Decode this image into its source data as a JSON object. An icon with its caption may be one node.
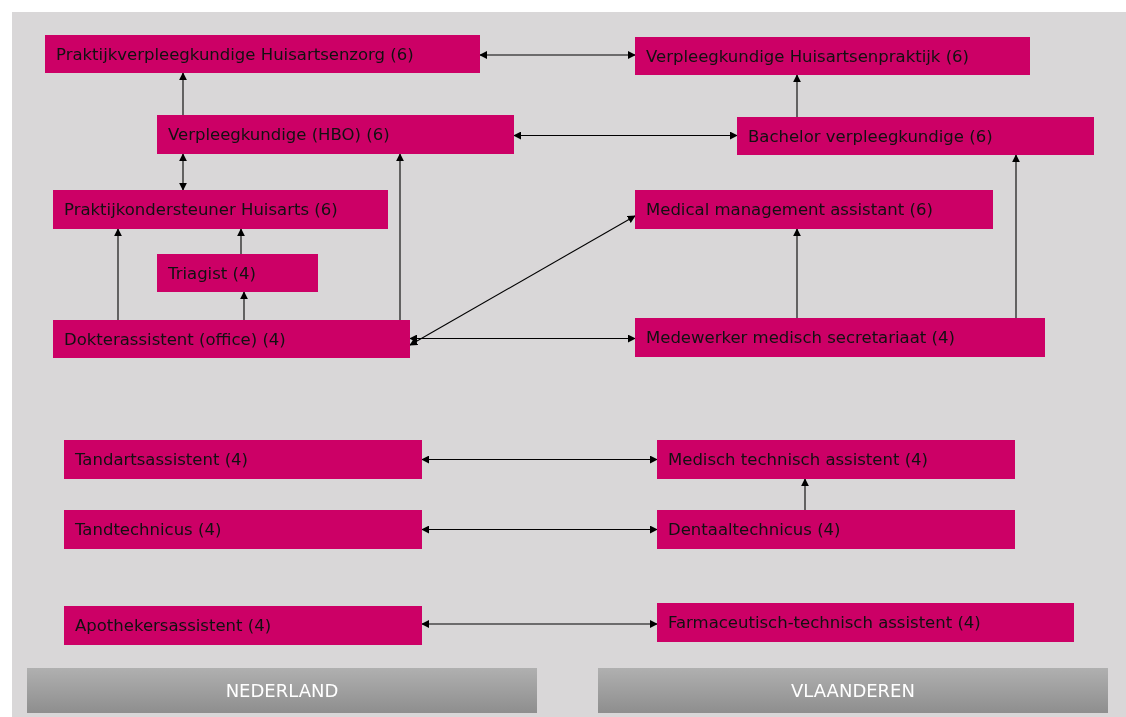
{
  "diagram": {
    "nodes": [
      {
        "text": [
          "Praktijkverpleegkundige Huisartsenzorg (6)"
        ]
      },
      {
        "text": [
          "Verpleegkundige Huisartsenpraktijk (6)"
        ]
      },
      {
        "text": [
          "Verpleegkundige (HBO) (6)"
        ]
      },
      {
        "text": [
          "Bachelor verpleegkundige (6)"
        ]
      },
      {
        "text": [
          "Praktijkondersteuner Huisarts (6)"
        ]
      },
      {
        "text": [
          "Medical management assistant (6)"
        ]
      },
      {
        "text": [
          "Triagist (4)"
        ]
      },
      {
        "text": [
          "Dokterassistent (office) (4)"
        ]
      },
      {
        "text": [
          "Medewerker medisch secretariaat (4)"
        ]
      },
      {
        "text": [
          "Tandartsassistent (4)"
        ]
      },
      {
        "text": [
          "Medisch technisch assistent (4)"
        ]
      },
      {
        "text": [
          "Tandtechnicus (4)"
        ]
      },
      {
        "text": [
          "Dentaaltechnicus (4)"
        ]
      },
      {
        "text": [
          "Apothekersassistent (4)"
        ]
      },
      {
        "text": [
          "Farmaceutisch-technisch assistent (4)"
        ]
      },
      {
        "text": [
          "NEDERLAND"
        ]
      },
      {
        "text": [
          "VLAANDEREN"
        ]
      }
    ],
    "edges": [
      {
        "from": 0,
        "to": 1,
        "arrow": "both"
      },
      {
        "from": 2,
        "to": 0,
        "arrow": "to"
      },
      {
        "from": 2,
        "to": 4,
        "arrow": "both"
      },
      {
        "from": 2,
        "to": 3,
        "arrow": "both"
      },
      {
        "from": 3,
        "to": 1,
        "arrow": "to"
      },
      {
        "from": 7,
        "to": 4,
        "arrow": "to"
      },
      {
        "from": 6,
        "to": 4,
        "arrow": "to"
      },
      {
        "from": 7,
        "to": 6,
        "arrow": "to"
      },
      {
        "from": 7,
        "to": 2,
        "arrow": "to"
      },
      {
        "from": 7,
        "to": 5,
        "arrow": "both"
      },
      {
        "from": 7,
        "to": 8,
        "arrow": "both"
      },
      {
        "from": 8,
        "to": 5,
        "arrow": "to"
      },
      {
        "from": 8,
        "to": 3,
        "arrow": "to"
      },
      {
        "from": 9,
        "to": 10,
        "arrow": "both"
      },
      {
        "from": 11,
        "to": 12,
        "arrow": "both"
      },
      {
        "from": 12,
        "to": 10,
        "arrow": "to"
      },
      {
        "from": 13,
        "to": 14,
        "arrow": "both"
      }
    ]
  }
}
